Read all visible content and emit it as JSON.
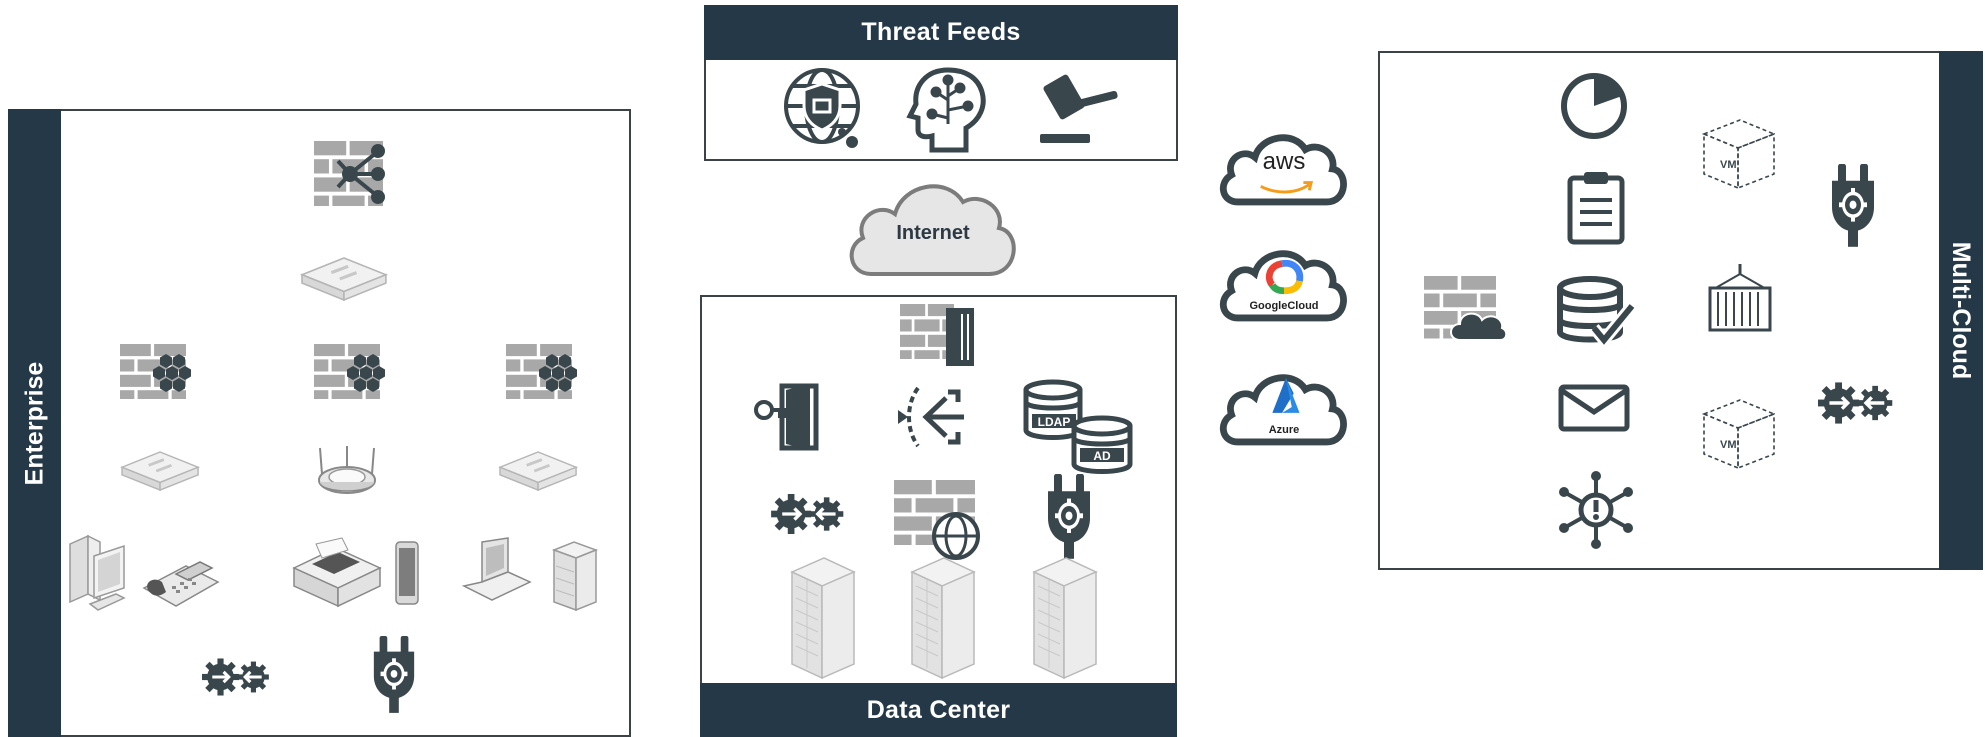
{
  "threat_feeds": {
    "title": "Threat Feeds"
  },
  "internet": {
    "label": "Internet"
  },
  "data_center": {
    "title": "Data Center",
    "ldap_label": "LDAP",
    "ad_label": "AD"
  },
  "enterprise": {
    "title": "Enterprise"
  },
  "multi_cloud": {
    "title": "Multi-Cloud",
    "vm_label": "VM"
  },
  "clouds": {
    "aws": "aws",
    "google": "GoogleCloud",
    "azure": "Azure"
  },
  "colors": {
    "dark": "#243848",
    "icon_dark": "#39464c",
    "brick": "#a8a8a8",
    "line": "#3b4349",
    "aws_orange": "#f59c1a",
    "azure_blue": "#1f6fc9"
  }
}
